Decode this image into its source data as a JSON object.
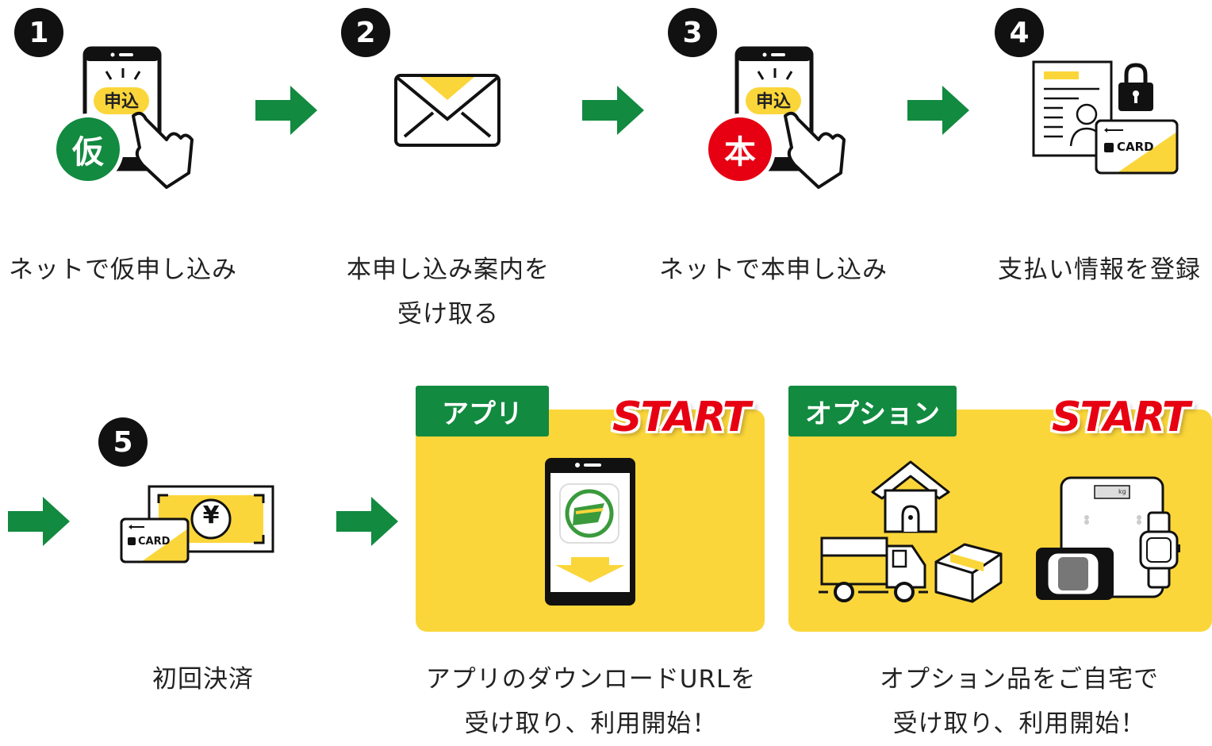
{
  "colors": {
    "green": "#128a40",
    "yellow": "#fbd63a",
    "red": "#e60012",
    "black": "#111111"
  },
  "steps": [
    {
      "num": "1",
      "caption": "ネットで仮申し込み",
      "badge": "仮",
      "button": "申込"
    },
    {
      "num": "2",
      "caption": "本申し込み案内を\n受け取る"
    },
    {
      "num": "3",
      "caption": "ネットで本申し込み",
      "badge": "本",
      "button": "申込"
    },
    {
      "num": "4",
      "caption": "支払い情報を登録",
      "card_label": "CARD"
    },
    {
      "num": "5",
      "caption": "初回決済",
      "card_label": "CARD",
      "currency": "¥"
    }
  ],
  "app_panel": {
    "tab": "アプリ",
    "start": "START",
    "caption": "アプリのダウンロードURLを\n受け取り、利用開始！"
  },
  "option_panel": {
    "tab": "オプション",
    "start": "START",
    "scale_unit": "kg",
    "caption": "オプション品をご自宅で\n受け取り、利用開始！"
  }
}
